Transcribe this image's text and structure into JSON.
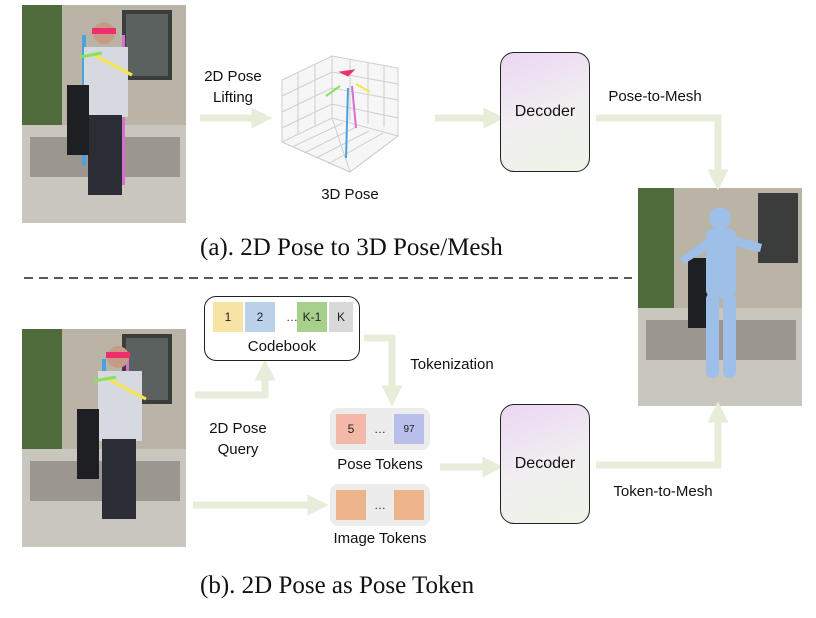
{
  "labels": {
    "lifting": "2D Pose\nLifting",
    "pose3d": "3D Pose",
    "decoder_top": "Decoder",
    "pose_to_mesh": "Pose-to-Mesh",
    "caption_a": "(a). 2D Pose to 3D Pose/Mesh",
    "codebook": "Codebook",
    "tokenization": "Tokenization",
    "query": "2D Pose\nQuery",
    "pose_tokens": "Pose Tokens",
    "image_tokens": "Image Tokens",
    "decoder_bottom": "Decoder",
    "token_to_mesh": "Token-to-Mesh",
    "caption_b": "(b). 2D Pose as Pose Token"
  },
  "codebook_cells": [
    "1",
    "2",
    "…",
    "K-1",
    "K"
  ],
  "pose_token_cells": [
    "5",
    "…",
    "97"
  ],
  "image_token_cells": [
    "",
    "…",
    ""
  ],
  "colors": {
    "arrow": "#e6eed9",
    "cell_1": "#f7e3a3",
    "cell_2": "#b9d2ea",
    "cell_k1": "#a8d08d",
    "cell_k": "#d9d9d9",
    "token_5": "#f3b8a8",
    "token_97": "#b8bfea",
    "image_token": "#edb48b",
    "mesh": "#9dbfe8"
  }
}
